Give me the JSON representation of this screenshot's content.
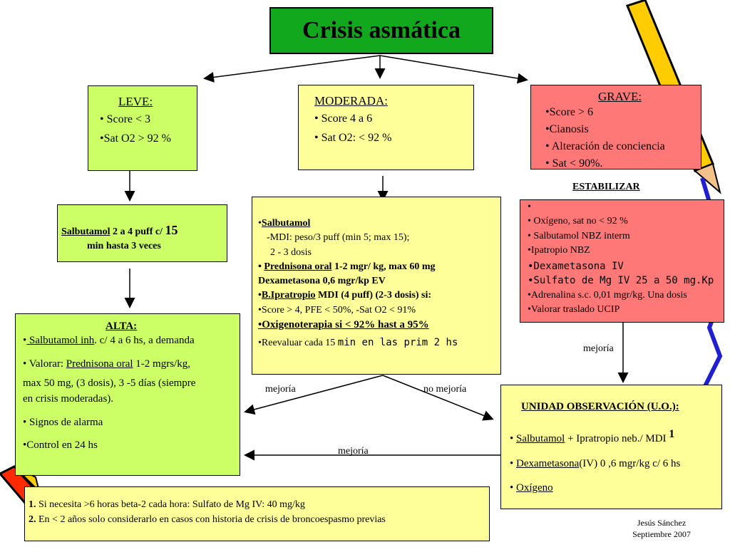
{
  "title": "Crisis asmática",
  "leve": {
    "heading": "LEVE:",
    "items": [
      "• Score < 3",
      "•Sat O2 > 92  %"
    ]
  },
  "moderada": {
    "heading": "MODERADA:",
    "items": [
      "• Score 4 a 6",
      "• Sat O2: < 92  %"
    ]
  },
  "grave": {
    "heading": "GRAVE:",
    "items": [
      "•Score > 6",
      "•Cianosis",
      "• Alteración de conciencia",
      "• Sat < 90%."
    ]
  },
  "salbutamol_leve": {
    "label": "Salbutamol",
    "rest": " 2 a 4 puff c/ ",
    "num": "15",
    "line2": "min hasta  3 veces"
  },
  "moderada_tx": {
    "l1": "Salbutamol",
    "l2": "-MDI: peso/3 puff (min 5; max 15);",
    "l3": "2 - 3 dosis",
    "l4a": "Prednisona oral",
    "l4b": "  1-2 mgr/ kg, max 60 mg",
    "l5": "Dexametasona 0,6 mgr/kp EV",
    "l6a": "B.Ipratropio",
    "l6b": " MDI (4 puff) (2-3 dosis) si:",
    "l7": "•Score > 4, PFE < 50%, -Sat O2 < 91%",
    "l8a": "Oxigenoterapia si < 92",
    "l8b": "% hast a 95%",
    "l9a": "•Reevaluar cada 15 ",
    "l9b": "min en las prim 2 hs"
  },
  "estabilizar": {
    "heading": "ESTABILIZAR",
    "items": [
      "•",
      "• Oxígeno, sat no < 92 %",
      "• Salbutamol NBZ interm",
      "•Ipatropio NBZ",
      "•Dexametasona IV",
      "•Sulfato de Mg IV 25 a 50 mg.Kp",
      "•Adrenalina s.c. 0,01 mgr/kg. Una dosis",
      "•Valorar traslado UCIP"
    ]
  },
  "alta": {
    "heading": "ALTA:",
    "i1a": "•",
    "i1b": " Salbutamol inh",
    "i1c": ". c/ 4 a 6 hs, a demanda",
    "i2a": "• Valorar: ",
    "i2b": "Prednisona oral",
    "i2c": " 1-2 mgrs/kg,",
    "i2d": "max 50 mg, (3 dosis), 3  -5 días (siempre",
    "i2e": "en crisis moderadas).",
    "i3": "• Signos de alarma",
    "i4": "•Control en 24 hs"
  },
  "uo": {
    "heading": "UNIDAD OBSERVACIÓN (U.O.):",
    "i1a": "Salbutamol",
    "i1b": " + Ipratropio neb./  MDI ",
    "i1c": "1",
    "i2a": "Dexametasona",
    "i2b": "(IV) 0 ,6 mgr/kg c/ 6 hs",
    "i3": "Oxígeno"
  },
  "labels": {
    "mejoria_left": "mejoría",
    "no_mejoria": "no mejoría",
    "mejoria_right": "mejoría",
    "mejoria_bottom": "mejoría"
  },
  "notes": {
    "n1num": "1.",
    "n1": "  Si necesita >6 horas beta-2 cada hora: Sulfato de Mg IV: 40 mg/kg",
    "n2num": "2.",
    "n2": " En < 2 años solo considerarlo en casos con historia de crisis de  broncoespasmo previas"
  },
  "credit": {
    "author": "Jesús Sánchez",
    "date": "Septiembre 2007"
  }
}
